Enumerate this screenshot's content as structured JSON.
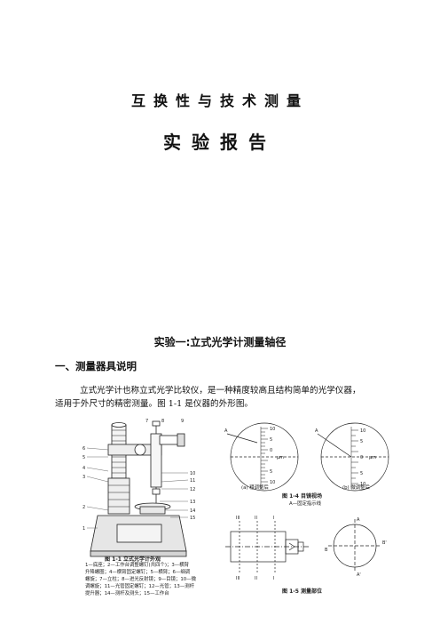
{
  "document": {
    "title_line1": "互换性与技术测量",
    "title_line2": "实验报告",
    "experiment_title": "实验一:立式光学计测量轴径",
    "section_heading": "一、测量器具说明",
    "paragraph_line1": "立式光学计也称立式光学比较仪，是一种精度较高且结构简单的光学仪器，",
    "paragraph_line2": "适用于外尺寸的精密测量。图 1-1 是仪器的外形图。"
  },
  "figures": {
    "fig1_1": {
      "caption": "图 1-1    立式光学计外观",
      "legend_line1": "1—底座；2—工作台调整螺钉(共四个)；3—横臂",
      "legend_line2": "升降螺圈；4—横臂固定螺钉；5—横臂；6—细调",
      "legend_line3": "螺旋；7—立柱；8—进光反射镜；9—目镜；10—微",
      "legend_line4": "调螺旋；11—光管固定螺钉；12—光管；13—测杆",
      "legend_line5": "提升器；14—测杆及测头；15—工作台",
      "callouts_left": [
        "1",
        "2",
        "3",
        "4",
        "5",
        "6"
      ],
      "callouts_top": [
        "7",
        "8",
        "9"
      ],
      "callouts_right": [
        "10",
        "11",
        "12",
        "13",
        "14",
        "15"
      ]
    },
    "fig1_4": {
      "caption": "图 1-4    目镜视场",
      "sub_caption": "A—固定指示线",
      "panel_a_label": "(a) 粗调整后",
      "panel_b_label": "(b) 微调整后",
      "marker_a": "A",
      "unit": "μm",
      "scale_labels": [
        "5",
        "0",
        "5",
        "10"
      ],
      "scale_label_top": "10"
    },
    "fig1_5": {
      "caption": "图 1-5    测量部位",
      "section_labels_top": [
        "III",
        "II",
        "I"
      ],
      "section_labels_bottom": [
        "III",
        "II",
        "I"
      ],
      "point_a": "A",
      "point_a2": "A'",
      "point_b": "B",
      "point_b2": "B'"
    }
  }
}
